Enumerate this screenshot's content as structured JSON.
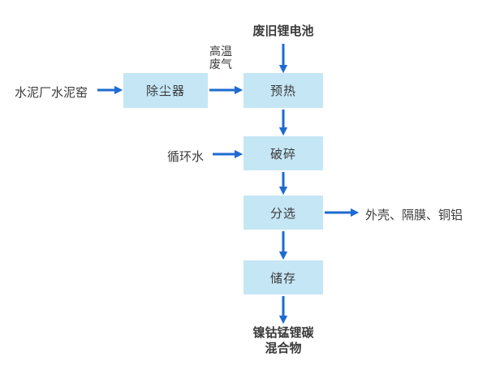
{
  "diagram": {
    "type": "flowchart",
    "colors": {
      "box_fill": "#c5e6f5",
      "arrow": "#1e6bd2",
      "text": "#3a3a3a",
      "background": "#ffffff"
    },
    "nodes": {
      "battery_input": {
        "label": "废旧锂电池"
      },
      "cement_kiln": {
        "label": "水泥厂水泥窑"
      },
      "dust_collector": {
        "label": "除尘器"
      },
      "hot_gas": {
        "line1": "高温",
        "line2": "废气"
      },
      "preheat": {
        "label": "预热"
      },
      "circulating_water": {
        "label": "循环水"
      },
      "crush": {
        "label": "破碎"
      },
      "sort": {
        "label": "分选"
      },
      "sort_output": {
        "label": "外壳、隔膜、铜铝"
      },
      "storage": {
        "label": "储存"
      },
      "product": {
        "line1": "镍钴锰锂碳",
        "line2": "混合物"
      }
    },
    "edges": [
      {
        "from": "battery_input",
        "to": "preheat"
      },
      {
        "from": "cement_kiln",
        "to": "dust_collector"
      },
      {
        "from": "dust_collector",
        "to": "preheat",
        "label": "高温废气"
      },
      {
        "from": "preheat",
        "to": "crush"
      },
      {
        "from": "circulating_water",
        "to": "crush"
      },
      {
        "from": "crush",
        "to": "sort"
      },
      {
        "from": "sort",
        "to": "sort_output"
      },
      {
        "from": "sort",
        "to": "storage"
      },
      {
        "from": "storage",
        "to": "product"
      }
    ]
  }
}
